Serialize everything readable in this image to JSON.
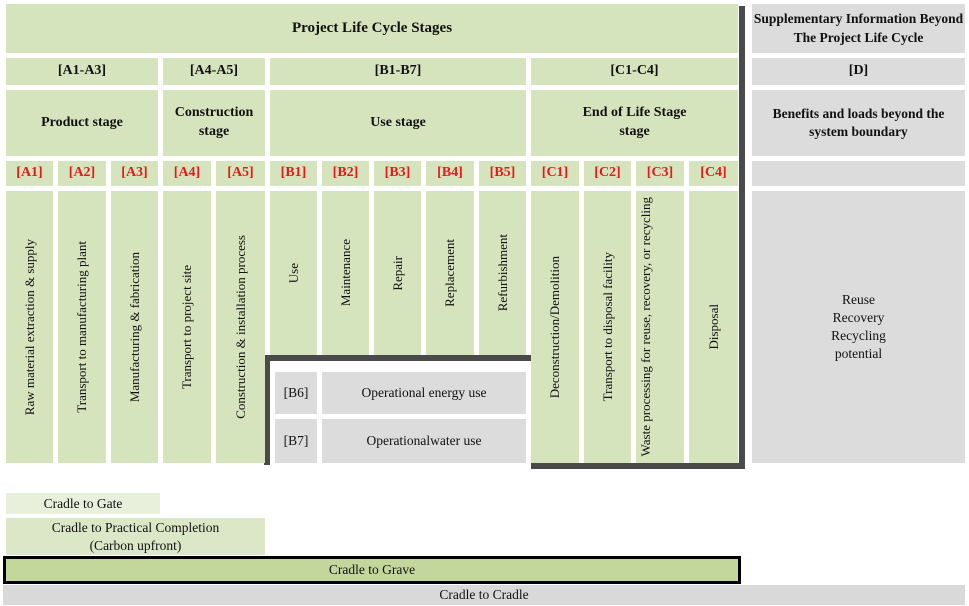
{
  "header": {
    "title": "Project Life Cycle Stages",
    "supplementary": "Supplementary Information Beyond The Project Life Cycle"
  },
  "groups": [
    {
      "code": "[A1-A3]",
      "name": "Product stage"
    },
    {
      "code": "[A4-A5]",
      "name": "Construction stage"
    },
    {
      "code": "[B1-B7]",
      "name": "Use stage"
    },
    {
      "code": "[C1-C4]",
      "name": "End of Life Stage stage"
    }
  ],
  "module_d": {
    "code": "[D]",
    "name": "Benefits and loads beyond the system boundary",
    "description": "Reuse Recovery Recycling potential"
  },
  "modules": [
    {
      "code": "[A1]",
      "label": "Raw material extraction & supply"
    },
    {
      "code": "[A2]",
      "label": "Transport to manufacturing plant"
    },
    {
      "code": "[A3]",
      "label": "Manufacturing & fabrication"
    },
    {
      "code": "[A4]",
      "label": "Transport to project site"
    },
    {
      "code": "[A5]",
      "label": "Construction & installation process"
    },
    {
      "code": "[B1]",
      "label": "Use"
    },
    {
      "code": "[B2]",
      "label": "Maintenance"
    },
    {
      "code": "[B3]",
      "label": "Repair"
    },
    {
      "code": "[B4]",
      "label": "Replacement"
    },
    {
      "code": "[B5]",
      "label": "Refurbishment"
    },
    {
      "code": "[C1]",
      "label": "Deconstruction/Demolition"
    },
    {
      "code": "[C2]",
      "label": "Transport to disposal facility"
    },
    {
      "code": "[C3]",
      "label": "Waste processing for reuse, recovery, or recycling"
    },
    {
      "code": "[C4]",
      "label": "Disposal"
    }
  ],
  "operational": [
    {
      "code": "[B6]",
      "label": "Operational energy use"
    },
    {
      "code": "[B7]",
      "label": "Operationalwater use"
    }
  ],
  "scopes": {
    "gate": "Cradle to Gate",
    "practical": "Cradle to Practical Completion (Carbon upfront)",
    "grave": "Cradle to Grave",
    "cradle": "Cradle to Cradle"
  },
  "colors": {
    "green": "#d6e4bd",
    "grey": "#dcdcdc",
    "code_red": "#e11b1b",
    "grave_bar": "#c3d69b"
  }
}
